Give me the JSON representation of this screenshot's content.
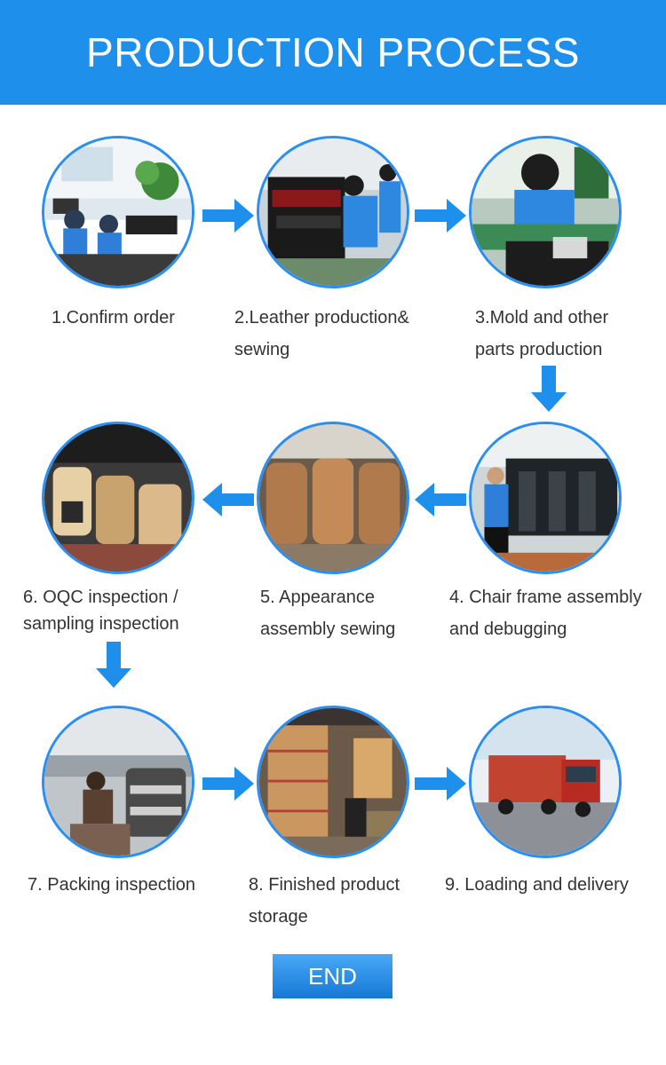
{
  "header": {
    "title": "PRODUCTION PROCESS"
  },
  "steps": [
    {
      "label_line1": "1.Confirm order",
      "label_line2": ""
    },
    {
      "label_line1": "2.Leather production&",
      "label_line2": "sewing"
    },
    {
      "label_line1": "3.Mold and other",
      "label_line2": "parts production"
    },
    {
      "label_line1": "4. Chair frame assembly",
      "label_line2": "and debugging"
    },
    {
      "label_line1": "5. Appearance",
      "label_line2": "assembly sewing"
    },
    {
      "label_line1": "6. OQC inspection /",
      "label_line2": "sampling inspection"
    },
    {
      "label_line1": "7. Packing inspection",
      "label_line2": ""
    },
    {
      "label_line1": "8. Finished product",
      "label_line2": "storage"
    },
    {
      "label_line1": "9. Loading and delivery",
      "label_line2": ""
    }
  ],
  "end_button": {
    "label": "END"
  },
  "colors": {
    "accent": "#1e8fea",
    "arrow": "#1e8fea",
    "text": "#333333"
  }
}
